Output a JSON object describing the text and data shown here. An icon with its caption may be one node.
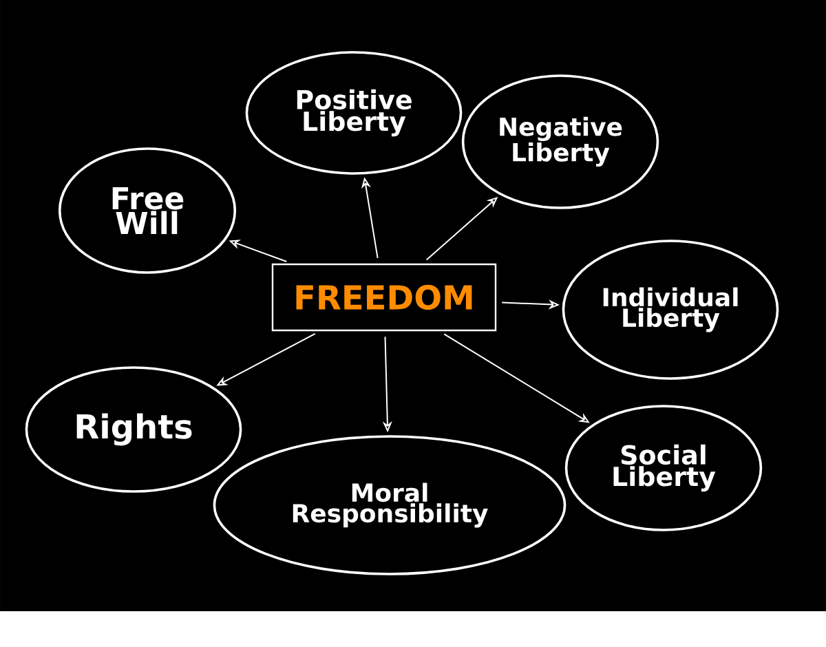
{
  "diagram": {
    "nodes": [
      {
        "text": [
          "FREEDOM"
        ]
      },
      {
        "text": [
          "Positive Liberty"
        ]
      },
      {
        "text": [
          "Negative Liberty"
        ]
      },
      {
        "text": [
          "Free Will"
        ]
      },
      {
        "text": [
          "Individual Liberty"
        ]
      },
      {
        "text": [
          "Rights"
        ]
      },
      {
        "text": [
          "Moral Responsibility"
        ]
      },
      {
        "text": [
          "Social Liberty"
        ]
      }
    ],
    "edges": [
      {
        "from": 0,
        "to": 1,
        "arrow": "to"
      },
      {
        "from": 0,
        "to": 2,
        "arrow": "to"
      },
      {
        "from": 0,
        "to": 3,
        "arrow": "to"
      },
      {
        "from": 0,
        "to": 4,
        "arrow": "to"
      },
      {
        "from": 0,
        "to": 5,
        "arrow": "to"
      },
      {
        "from": 0,
        "to": 6,
        "arrow": "to"
      },
      {
        "from": 0,
        "to": 7,
        "arrow": "to"
      }
    ]
  }
}
